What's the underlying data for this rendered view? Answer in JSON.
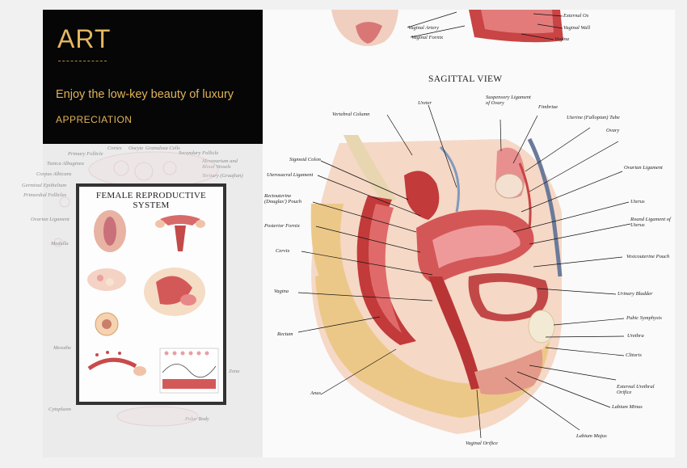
{
  "art_card": {
    "title": "ART",
    "tagline": "Enjoy the low-key beauty of luxury",
    "caption": "APPRECIATION"
  },
  "poster": {
    "title": "FEMALE REPRODUCTIVE SYSTEM"
  },
  "diagram": {
    "title": "SAGITTAL VIEW",
    "top_labels": [
      "Vaginal Artery",
      "Vaginal Fornix",
      "External Os",
      "Vaginal Wall",
      "Vagina"
    ],
    "left_labels": [
      "Vertebral Column",
      "Ureter",
      "Sigmoid Colon",
      "Uterosacral Ligament",
      "Rectouterine (Douglas') Pouch",
      "Posterior Fornix",
      "Cervix",
      "Vagina",
      "Rectum",
      "Anus"
    ],
    "right_labels": [
      "Suspensory Ligament of Ovary",
      "Fimbriae",
      "Uterine (Fallopian) Tube",
      "Ovary",
      "Ovarian Ligament",
      "Uterus",
      "Round Ligament of Uterus",
      "Vesicouterine Pouch",
      "Urinary Bladder",
      "Pubic Symphysis",
      "Urethra",
      "Clitoris",
      "External Urethral Orifice",
      "Labium Minus",
      "Labium Majus",
      "Vaginal Orifice"
    ]
  },
  "faded_labels": [
    "Primary Follicle",
    "Cortex",
    "Oocyte",
    "Granulosa Cells",
    "Secondary Follicle",
    "Tunica Albuginea",
    "Mesovarium and Blood Vessels",
    "Corpus Albicans",
    "Germinal Epithelium",
    "Tertiary (Graafian)",
    "Primordial Follicles",
    "Ovarian Ligament",
    "Medulla",
    "Mesothe",
    "Cytoplasm",
    "Polar Body",
    "Zona"
  ],
  "colors": {
    "art_bg": "#060606",
    "gold": "#e0b358",
    "tissue_red": "#c43a3a",
    "fat_yellow": "#e9c98a",
    "skin": "#f0cfc0"
  }
}
